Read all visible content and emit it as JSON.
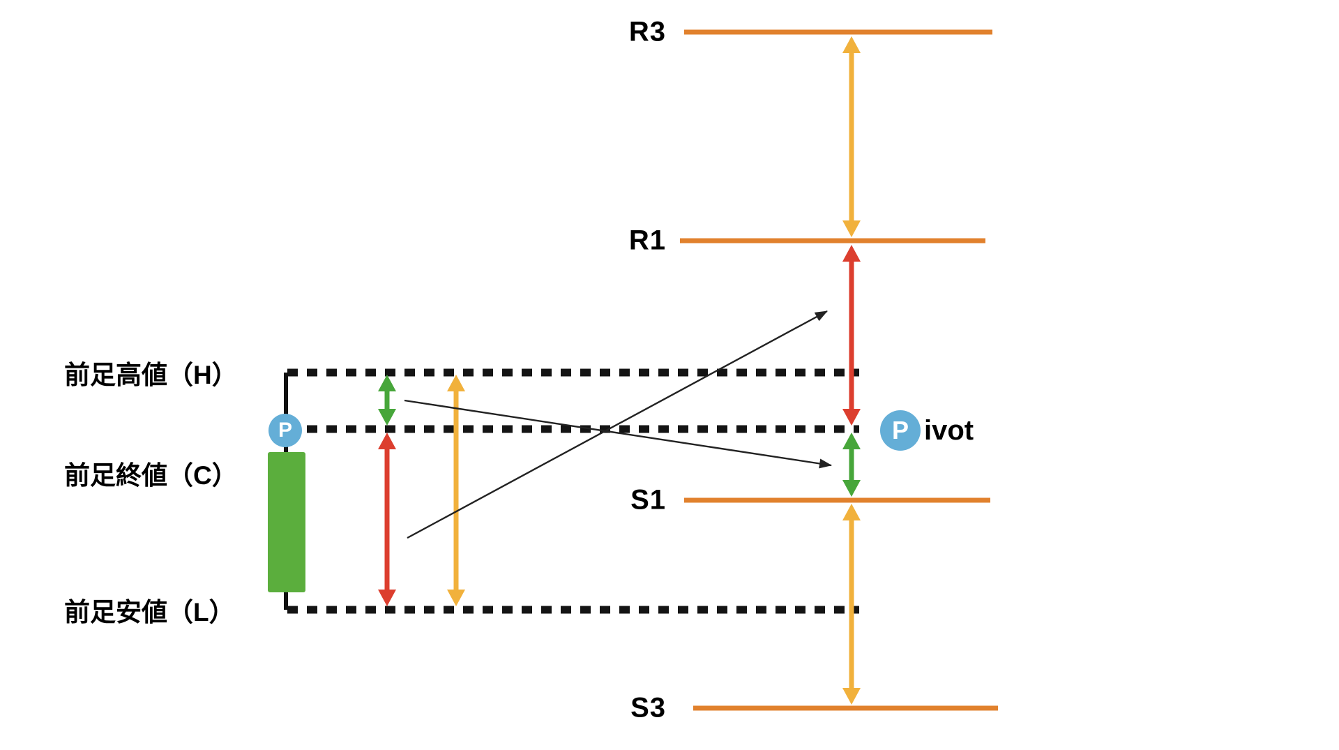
{
  "diagram": {
    "type": "pivot-point-explainer",
    "levels": [
      {
        "id": "r3",
        "label": "R3"
      },
      {
        "id": "r1",
        "label": "R1"
      },
      {
        "id": "s1",
        "label": "S1"
      },
      {
        "id": "s3",
        "label": "S3"
      }
    ],
    "pivot": {
      "icon_letter": "P",
      "label_suffix": "ivot",
      "full_label": "Pivot"
    },
    "candle_labels": {
      "high": "前足高値（H）",
      "close": "前足終値（C）",
      "low": "前足安値（L）"
    },
    "icons": {
      "pivot_badge": "circled-letter-P"
    }
  },
  "colors": {
    "background": "#FFFFFF",
    "level_line": "#E1812D",
    "arrow_yellow": "#F1B13C",
    "arrow_red": "#DC3E2E",
    "arrow_green": "#47A63A",
    "candle_body": "#5BAE3D",
    "dotted_line": "#141414",
    "annotation_arrow": "#222222",
    "pivot_badge_bg": "#64AED7",
    "pivot_badge_letter": "#FFFFFF",
    "label_text": "#000000"
  }
}
